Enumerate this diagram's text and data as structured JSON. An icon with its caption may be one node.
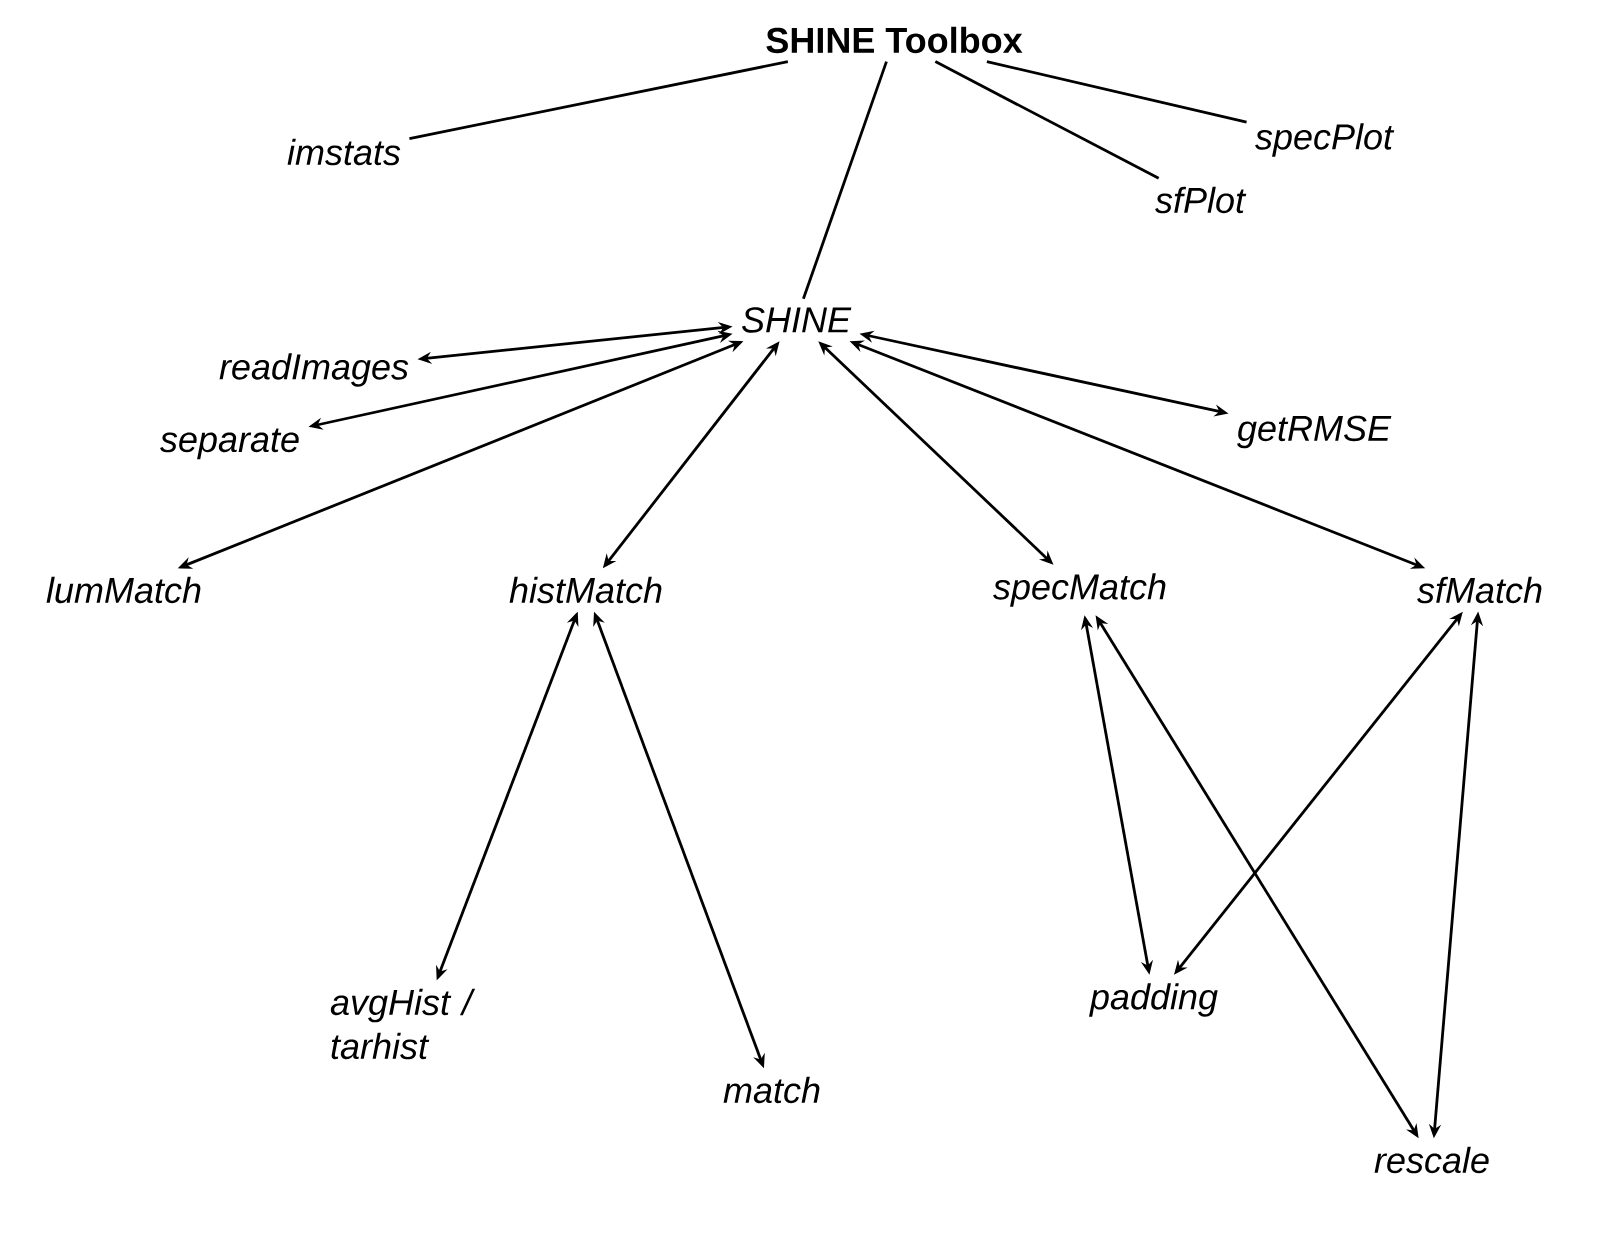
{
  "diagram": {
    "nodes": [
      {
        "text": [
          "SHINE Toolbox"
        ]
      },
      {
        "text": [
          "imstats"
        ]
      },
      {
        "text": [
          "sfPlot"
        ]
      },
      {
        "text": [
          "specPlot"
        ]
      },
      {
        "text": [
          "SHINE"
        ]
      },
      {
        "text": [
          "readImages"
        ]
      },
      {
        "text": [
          "getRMSE"
        ]
      },
      {
        "text": [
          "separate"
        ]
      },
      {
        "text": [
          "lumMatch"
        ]
      },
      {
        "text": [
          "histMatch"
        ]
      },
      {
        "text": [
          "specMatch"
        ]
      },
      {
        "text": [
          "sfMatch"
        ]
      },
      {
        "text": [
          "avgHist / tarhist"
        ]
      },
      {
        "text": [
          "padding"
        ]
      },
      {
        "text": [
          "match"
        ]
      },
      {
        "text": [
          "rescale"
        ]
      }
    ],
    "edges": [
      {
        "from": 0,
        "to": 1,
        "arrow": "none"
      },
      {
        "from": 0,
        "to": 4,
        "arrow": "none"
      },
      {
        "from": 0,
        "to": 2,
        "arrow": "none"
      },
      {
        "from": 0,
        "to": 3,
        "arrow": "none"
      },
      {
        "from": 4,
        "to": 5,
        "arrow": "both"
      },
      {
        "from": 4,
        "to": 7,
        "arrow": "both"
      },
      {
        "from": 4,
        "to": 6,
        "arrow": "both"
      },
      {
        "from": 4,
        "to": 8,
        "arrow": "both"
      },
      {
        "from": 4,
        "to": 9,
        "arrow": "both"
      },
      {
        "from": 4,
        "to": 10,
        "arrow": "both"
      },
      {
        "from": 4,
        "to": 11,
        "arrow": "both"
      },
      {
        "from": 9,
        "to": 12,
        "arrow": "both"
      },
      {
        "from": 9,
        "to": 14,
        "arrow": "both"
      },
      {
        "from": 10,
        "to": 13,
        "arrow": "both"
      },
      {
        "from": 10,
        "to": 15,
        "arrow": "both"
      },
      {
        "from": 11,
        "to": 13,
        "arrow": "both"
      },
      {
        "from": 11,
        "to": 15,
        "arrow": "both"
      }
    ]
  }
}
